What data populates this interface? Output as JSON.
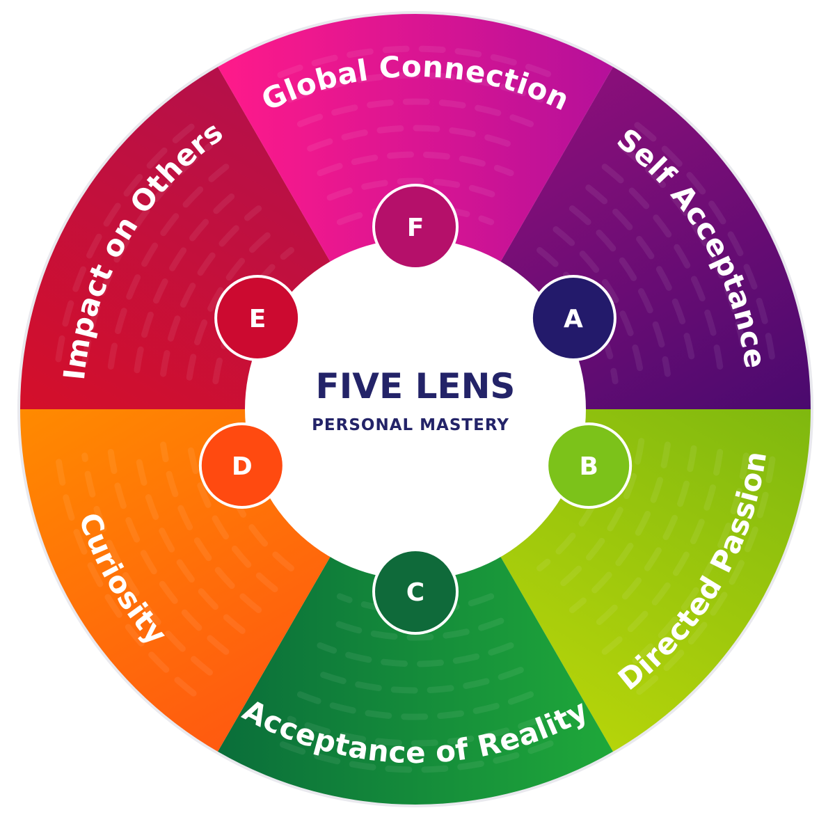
{
  "center": {
    "title": "FIVE LENS",
    "subtitle": "PERSONAL MASTERY"
  },
  "segments": [
    {
      "letter": "A",
      "label": "Self Acceptance",
      "color_start": "#8a0f7a",
      "color_end": "#4a0a6e",
      "badge_color": "#231a6b"
    },
    {
      "letter": "B",
      "label": "Directed Passion",
      "color_start": "#7fb80f",
      "color_end": "#b5d40a",
      "badge_color": "#7cc21a"
    },
    {
      "letter": "C",
      "label": "Acceptance of Reality",
      "color_start": "#1fa83a",
      "color_end": "#0a6e3a",
      "badge_color": "#0f6a3a"
    },
    {
      "letter": "D",
      "label": "Curiosity",
      "color_start": "#ff5a10",
      "color_end": "#ff8a00",
      "badge_color": "#ff4a10"
    },
    {
      "letter": "E",
      "label": "Impact on Others",
      "color_start": "#d40f2a",
      "color_end": "#b5104a",
      "badge_color": "#cc0a30"
    },
    {
      "letter": "F",
      "label": "Global Connection",
      "color_start": "#ff1a8a",
      "color_end": "#b5109a",
      "badge_color": "#b5106a"
    }
  ],
  "colors": {
    "center_bg": "#ffffff",
    "center_text": "#232368",
    "badge_border": "#ffffff",
    "outer_ring": "#e8e8ec"
  }
}
